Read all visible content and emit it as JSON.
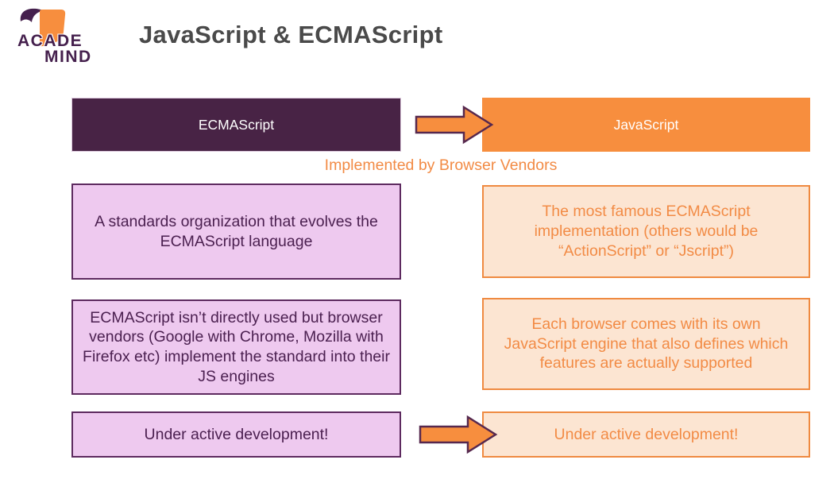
{
  "logo": {
    "brand_top": "ACADE",
    "brand_bottom": "MIND"
  },
  "title": "JavaScript & ECMAScript",
  "flow": {
    "left_header": "ECMAScript",
    "right_header": "JavaScript",
    "arrow_caption": "Implemented by Browser Vendors"
  },
  "left_column": [
    "A standards organization that evolves the ECMAScript language",
    "ECMAScript isn’t directly used but browser vendors (Google with Chrome, Mozilla with Firefox etc) implement the standard into their JS engines",
    "Under active development!"
  ],
  "right_column": [
    "The most famous ECMAScript implementation (others would be “ActionScript” or “Jscript”)",
    "Each browser comes with its own JavaScript engine that also defines which features are actually supported",
    "Under active development!"
  ],
  "colors": {
    "purple-dark": "#482345",
    "purple-logo": "#45204d",
    "purple-border": "#5d2a5f",
    "purple-text": "#4b2050",
    "purple-fill": "#eec9ef",
    "orange": "#f78e3e",
    "orange-border": "#ef8a41",
    "orange-fill": "#fce5d2",
    "orange-text": "#f28b45",
    "arrow-stroke": "#56284e",
    "title-gray": "#4a4a4a"
  }
}
